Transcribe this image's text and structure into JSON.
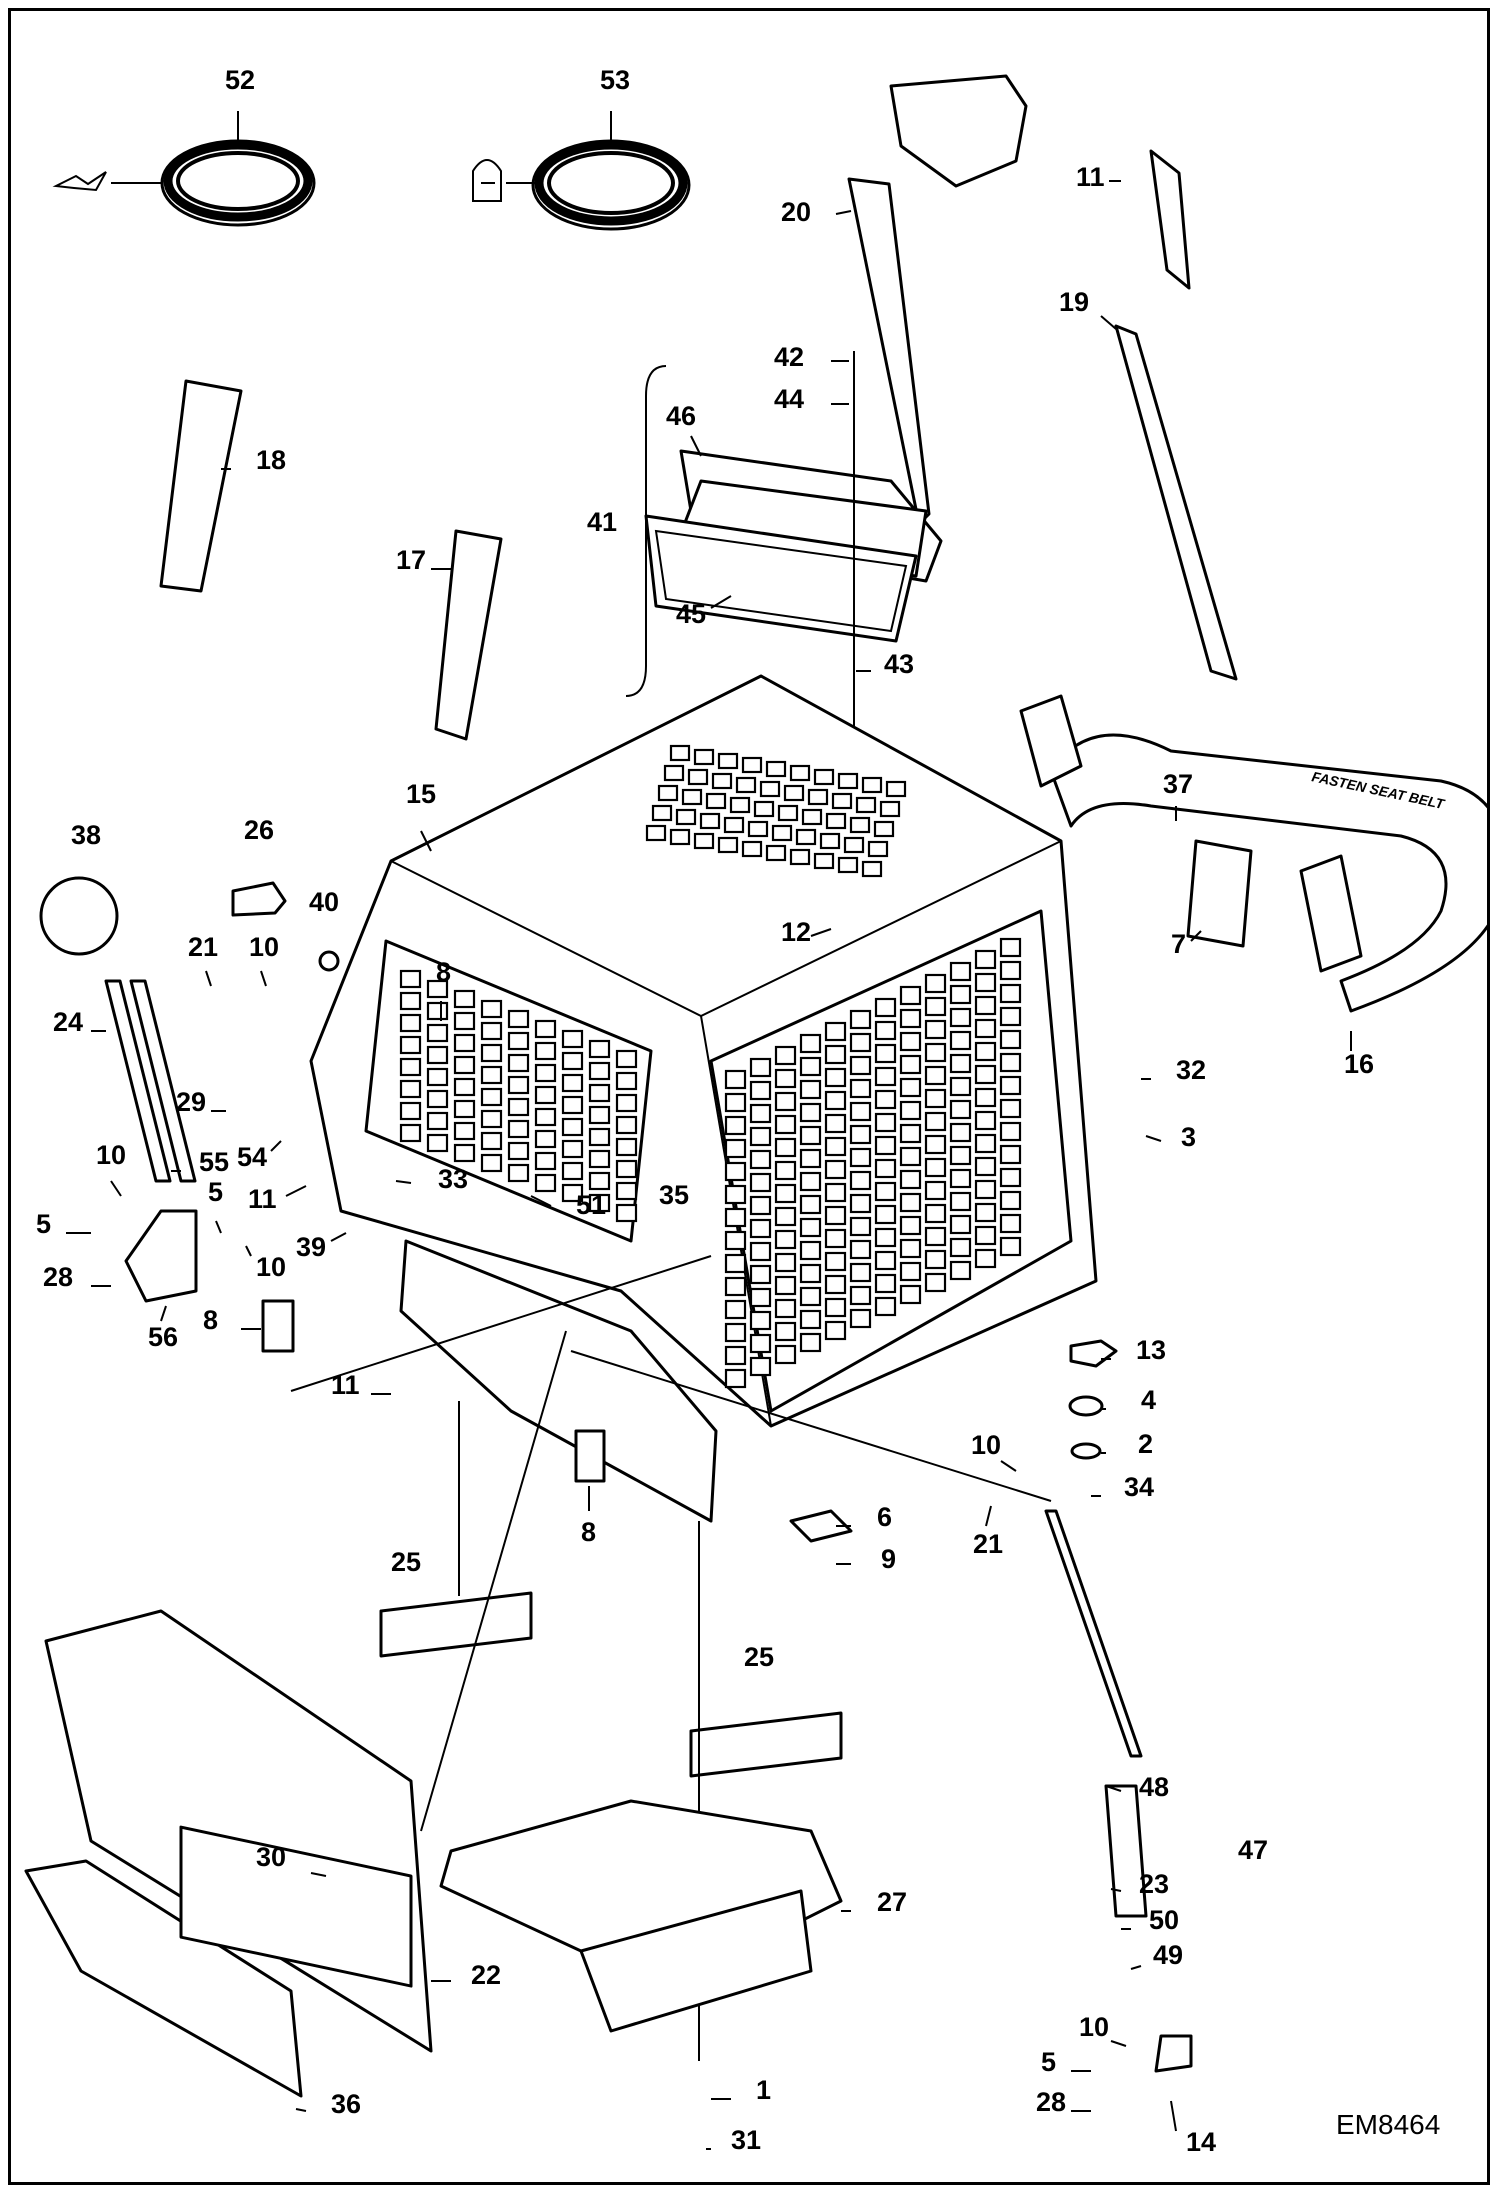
{
  "drawing_code": "EM8464",
  "decal_text": "FASTEN SEAT BELT",
  "callouts": [
    {
      "id": "c52",
      "text": "52"
    },
    {
      "id": "c53",
      "text": "53"
    },
    {
      "id": "c20",
      "text": "20"
    },
    {
      "id": "c11a",
      "text": "11"
    },
    {
      "id": "c19",
      "text": "19"
    },
    {
      "id": "c42",
      "text": "42"
    },
    {
      "id": "c44",
      "text": "44"
    },
    {
      "id": "c46",
      "text": "46"
    },
    {
      "id": "c41",
      "text": "41"
    },
    {
      "id": "c45",
      "text": "45"
    },
    {
      "id": "c43",
      "text": "43"
    },
    {
      "id": "c18",
      "text": "18"
    },
    {
      "id": "c17",
      "text": "17"
    },
    {
      "id": "c15",
      "text": "15"
    },
    {
      "id": "c26",
      "text": "26"
    },
    {
      "id": "c38",
      "text": "38"
    },
    {
      "id": "c40",
      "text": "40"
    },
    {
      "id": "c37",
      "text": "37"
    },
    {
      "id": "c7",
      "text": "7"
    },
    {
      "id": "c12",
      "text": "12"
    },
    {
      "id": "c16",
      "text": "16"
    },
    {
      "id": "c21a",
      "text": "21"
    },
    {
      "id": "c10a",
      "text": "10"
    },
    {
      "id": "c8a",
      "text": "8"
    },
    {
      "id": "c24",
      "text": "24"
    },
    {
      "id": "c29",
      "text": "29"
    },
    {
      "id": "c55",
      "text": "55"
    },
    {
      "id": "c54",
      "text": "54"
    },
    {
      "id": "c32",
      "text": "32"
    },
    {
      "id": "c3",
      "text": "3"
    },
    {
      "id": "c10b",
      "text": "10"
    },
    {
      "id": "c11b",
      "text": "11"
    },
    {
      "id": "c33",
      "text": "33"
    },
    {
      "id": "c51",
      "text": "51"
    },
    {
      "id": "c35",
      "text": "35"
    },
    {
      "id": "c5a",
      "text": "5"
    },
    {
      "id": "c5b",
      "text": "5"
    },
    {
      "id": "c39",
      "text": "39"
    },
    {
      "id": "c10c",
      "text": "10"
    },
    {
      "id": "c28a",
      "text": "28"
    },
    {
      "id": "c56",
      "text": "56"
    },
    {
      "id": "c8b",
      "text": "8"
    },
    {
      "id": "c13",
      "text": "13"
    },
    {
      "id": "c4",
      "text": "4"
    },
    {
      "id": "c11c",
      "text": "11"
    },
    {
      "id": "c2",
      "text": "2"
    },
    {
      "id": "c10d",
      "text": "10"
    },
    {
      "id": "c34",
      "text": "34"
    },
    {
      "id": "c6",
      "text": "6"
    },
    {
      "id": "c8c",
      "text": "8"
    },
    {
      "id": "c21b",
      "text": "21"
    },
    {
      "id": "c9",
      "text": "9"
    },
    {
      "id": "c25a",
      "text": "25"
    },
    {
      "id": "c25b",
      "text": "25"
    },
    {
      "id": "c48",
      "text": "48"
    },
    {
      "id": "c47",
      "text": "47"
    },
    {
      "id": "c23",
      "text": "23"
    },
    {
      "id": "c50",
      "text": "50"
    },
    {
      "id": "c49",
      "text": "49"
    },
    {
      "id": "c30",
      "text": "30"
    },
    {
      "id": "c27",
      "text": "27"
    },
    {
      "id": "c22",
      "text": "22"
    },
    {
      "id": "c10e",
      "text": "10"
    },
    {
      "id": "c5c",
      "text": "5"
    },
    {
      "id": "c28b",
      "text": "28"
    },
    {
      "id": "c1",
      "text": "1"
    },
    {
      "id": "c36",
      "text": "36"
    },
    {
      "id": "c31",
      "text": "31"
    },
    {
      "id": "c14",
      "text": "14"
    }
  ]
}
